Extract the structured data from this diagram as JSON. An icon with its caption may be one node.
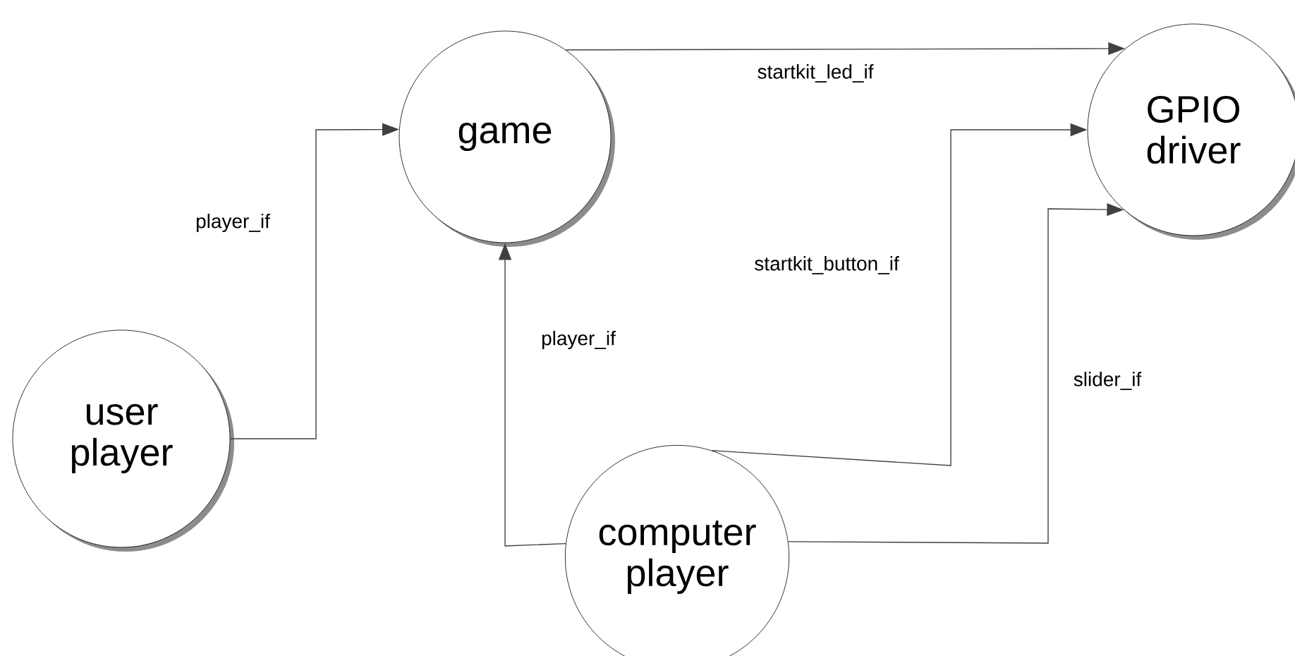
{
  "diagram": {
    "nodes": [
      {
        "text": [
          "game"
        ]
      },
      {
        "text": [
          "GPIO driver"
        ]
      },
      {
        "text": [
          "user player"
        ]
      },
      {
        "text": [
          "computer player"
        ]
      }
    ],
    "edges": [
      {
        "from": 0,
        "to": 1,
        "arrow": "to",
        "label": "startkit_led_if"
      },
      {
        "from": 2,
        "to": 0,
        "arrow": "to",
        "label": "player_if"
      },
      {
        "from": 3,
        "to": 0,
        "arrow": "to",
        "label": "player_if"
      },
      {
        "from": 3,
        "to": 1,
        "arrow": "to",
        "label": "startkit_button_if"
      },
      {
        "from": 3,
        "to": 1,
        "arrow": "to",
        "label": "slider_if"
      }
    ]
  }
}
